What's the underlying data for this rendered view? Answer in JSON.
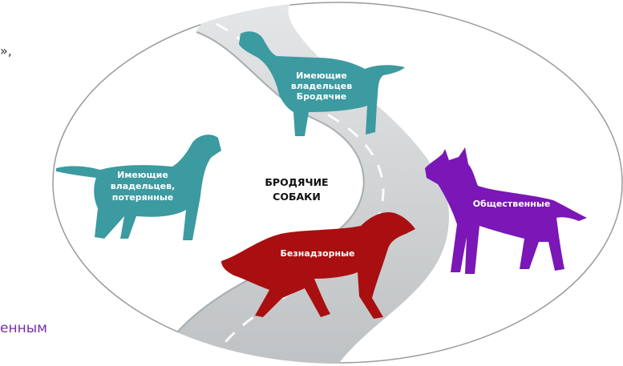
{
  "edge_text": {
    "top": "»,",
    "bottom": "енным"
  },
  "center_label": [
    "БРОДЯЧИЕ",
    "СОБАКИ"
  ],
  "categories": [
    {
      "id": "owned-stray",
      "lines": [
        "Имеющие",
        "владельцев",
        "Бродячие"
      ],
      "color": "#3c9aa1"
    },
    {
      "id": "owned-lost",
      "lines": [
        "Имеющие",
        "владельцев,",
        "потерянные"
      ],
      "color": "#3c9aa1"
    },
    {
      "id": "public",
      "lines": [
        "Общественные"
      ],
      "color": "#7a17b6"
    },
    {
      "id": "unsupervised",
      "lines": [
        "Безнадзорные"
      ],
      "color": "#a90f10"
    }
  ],
  "colors": {
    "ellipse_outline": "#9a9a9a",
    "road": "#c9ccce",
    "road_shadow": "#a9adb0",
    "lane_marks": "#ffffff"
  }
}
